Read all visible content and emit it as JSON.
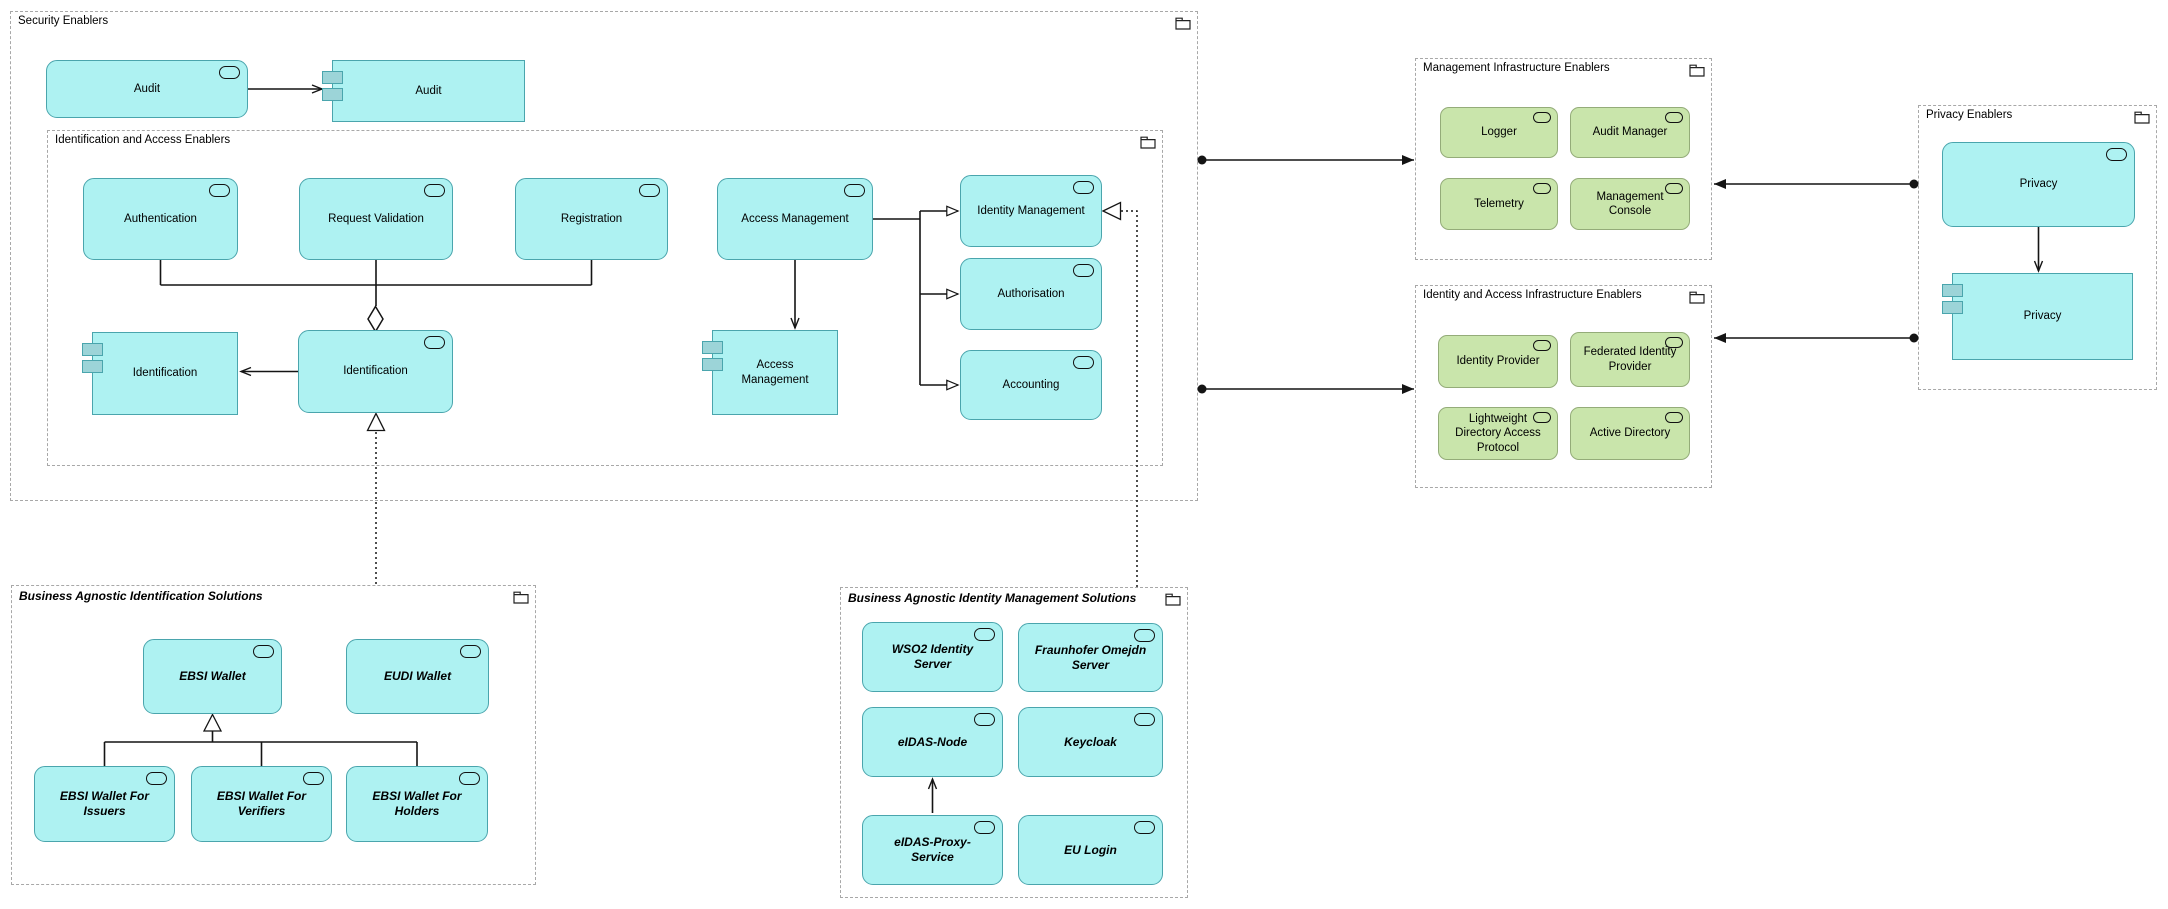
{
  "groups": {
    "security": {
      "title": "Security Enablers"
    },
    "identification_access": {
      "title": "Identification and Access Enablers"
    },
    "management_infrastructure": {
      "title": "Management Infrastructure Enablers"
    },
    "identity_access_infrastructure": {
      "title": "Identity and Access Infrastructure Enablers"
    },
    "privacy": {
      "title": "Privacy Enablers"
    },
    "business_identification": {
      "title": "Business Agnostic Identification Solutions"
    },
    "business_identity_management": {
      "title": "Business Agnostic Identity Management Solutions"
    }
  },
  "elements": {
    "audit_service": "Audit",
    "audit_component": "Audit",
    "authentication": "Authentication",
    "request_validation": "Request Validation",
    "registration": "Registration",
    "access_management_service": "Access Management",
    "access_management_component": "Access Management",
    "identification_service": "Identification",
    "identification_component": "Identification",
    "identity_management": "Identity Management",
    "authorisation": "Authorisation",
    "accounting": "Accounting",
    "logger": "Logger",
    "audit_manager": "Audit Manager",
    "telemetry": "Telemetry",
    "management_console": "Management Console",
    "identity_provider": "Identity Provider",
    "federated_identity_provider": "Federated Identity Provider",
    "ldap": "Lightweight Directory Access Protocol",
    "active_directory": "Active Directory",
    "privacy_service": "Privacy",
    "privacy_component": "Privacy",
    "ebsi_wallet": "EBSI Wallet",
    "eudi_wallet": "EUDI Wallet",
    "ebsi_wallet_issuers": "EBSI Wallet For Issuers",
    "ebsi_wallet_verifiers": "EBSI Wallet For Verifiers",
    "ebsi_wallet_holders": "EBSI Wallet For Holders",
    "wso2_identity_server": "WSO2 Identity Server",
    "fraunhofer_omejdn_server": "Fraunhofer Omejdn Server",
    "eidas_node": "eIDAS-Node",
    "keycloak": "Keycloak",
    "eidas_proxy_service": "eIDAS-Proxy-Service",
    "eu_login": "EU Login"
  },
  "colors": {
    "application_fill": "#AEF2F2",
    "application_border": "#4AA5AD",
    "component_square_fill": "#9CD4D8",
    "technology_fill": "#C9E5AB",
    "technology_border": "#94AC79",
    "group_border": "#A8A8A8",
    "connector": "#141414",
    "background": "#FFFFFF"
  }
}
